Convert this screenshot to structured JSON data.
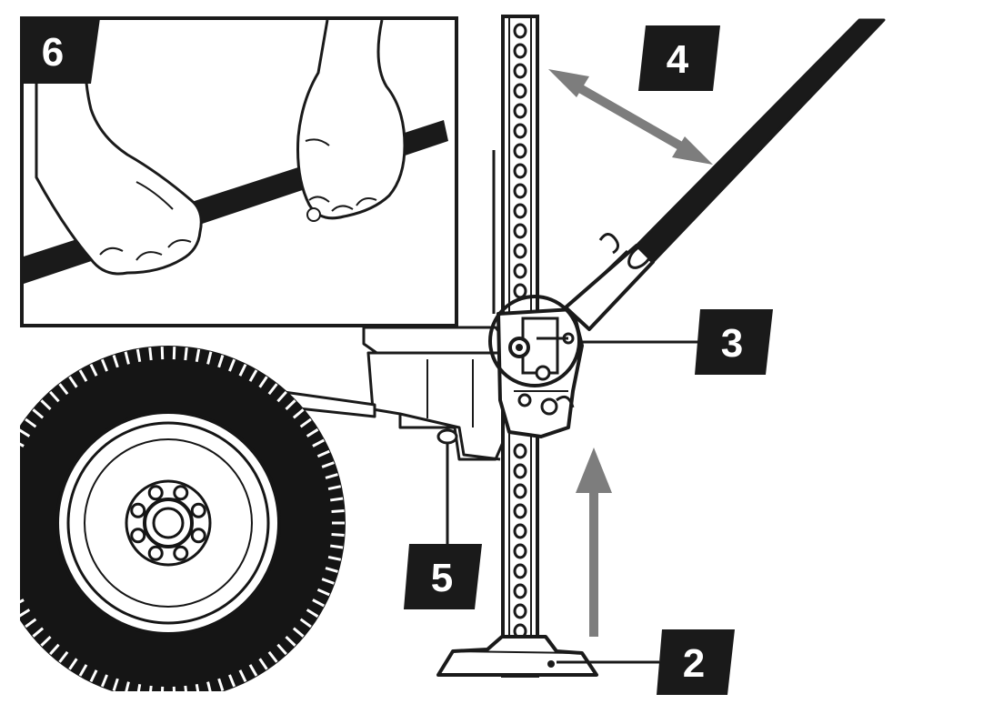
{
  "callouts": [
    {
      "id": "2",
      "label": "2"
    },
    {
      "id": "3",
      "label": "3"
    },
    {
      "id": "4",
      "label": "4"
    },
    {
      "id": "5",
      "label": "5"
    },
    {
      "id": "6",
      "label": "6"
    }
  ],
  "colors": {
    "ink": "#1a1a1a",
    "arrow": "#7d7d7d",
    "tire": "#151515",
    "paper": "#ffffff",
    "callout_fill": "#1a1a1a",
    "callout_text": "#ffffff"
  }
}
